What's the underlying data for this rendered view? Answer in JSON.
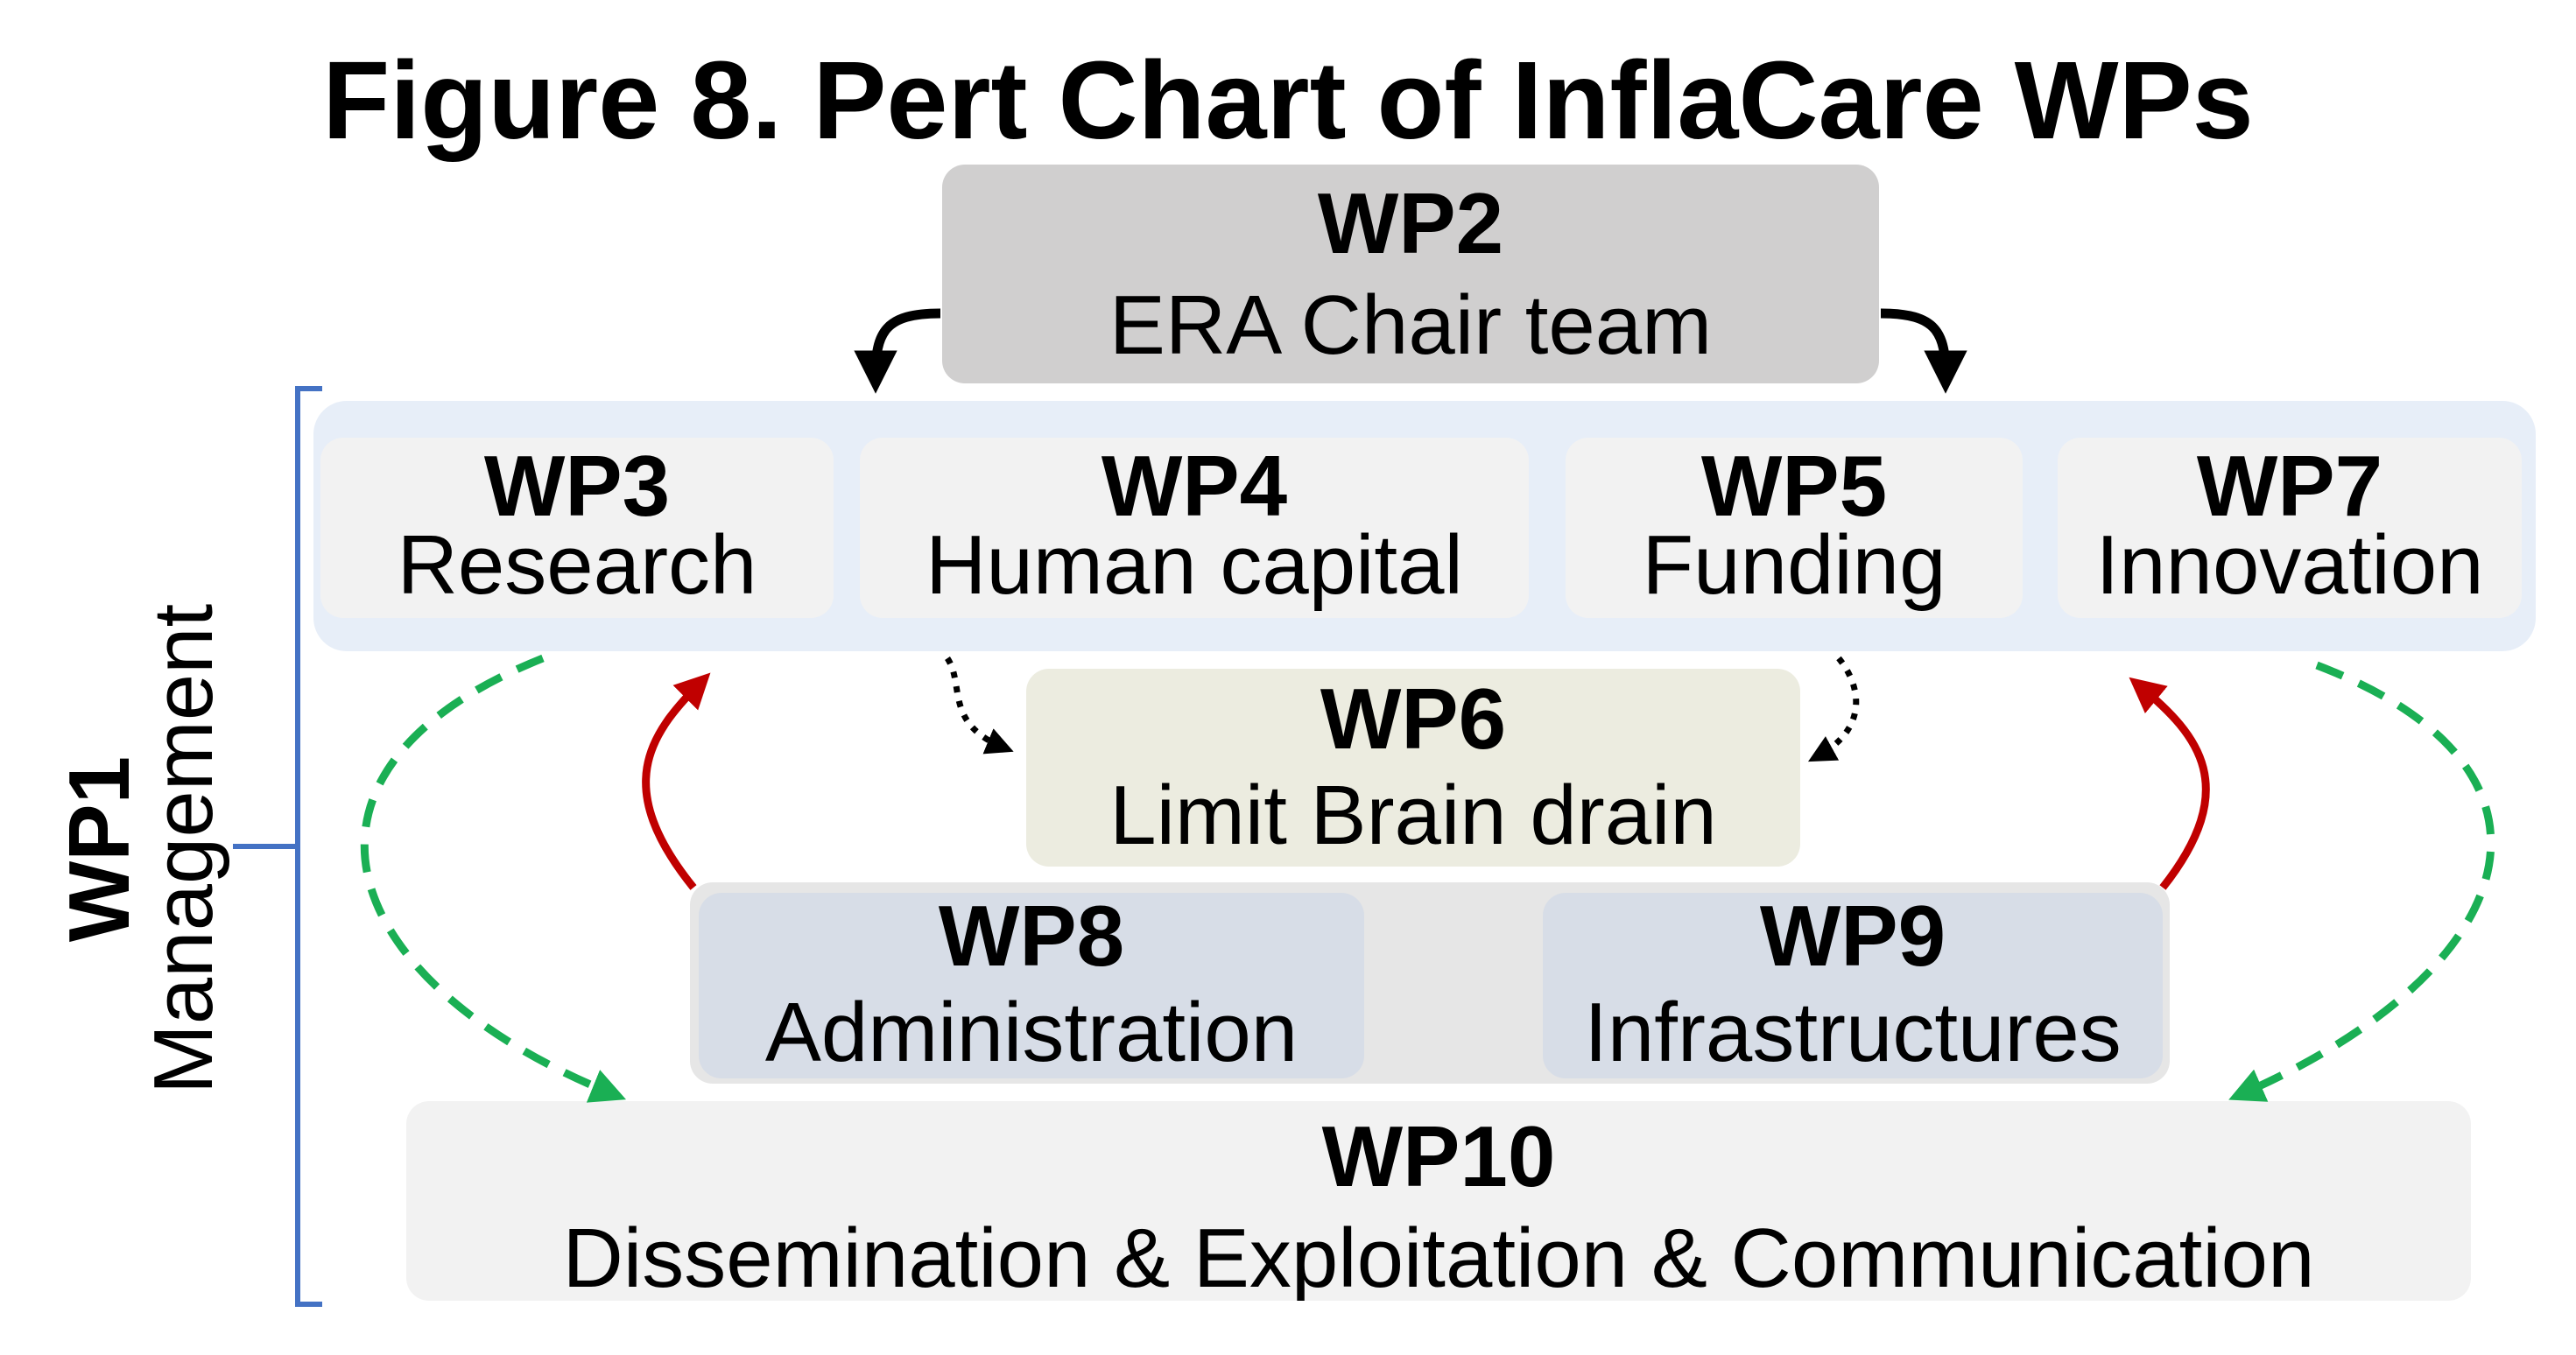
{
  "figure": {
    "title": "Figure 8. Pert Chart of InflaCare WPs"
  },
  "wp1": {
    "id": "WP1",
    "name": "Management"
  },
  "wp2": {
    "id": "WP2",
    "name": "ERA Chair team"
  },
  "core_group": [
    {
      "id": "WP3",
      "name": "Research"
    },
    {
      "id": "WP4",
      "name": "Human capital"
    },
    {
      "id": "WP5",
      "name": "Funding"
    },
    {
      "id": "WP7",
      "name": "Innovation"
    }
  ],
  "wp6": {
    "id": "WP6",
    "name": "Limit Brain drain"
  },
  "support_group": [
    {
      "id": "WP8",
      "name": "Administration"
    },
    {
      "id": "WP9",
      "name": "Infrastructures"
    }
  ],
  "wp10": {
    "id": "WP10",
    "name": "Dissemination & Exploitation & Communication"
  },
  "colors": {
    "wp2_box": "#d0cfcf",
    "core_panel": "#e7eef8",
    "core_box": "#f2f2f2",
    "wp6_box": "#ecece0",
    "support_panel": "#e6e6e6",
    "support_box": "#d7dde7",
    "wp10_box": "#f2f2f2",
    "bracket": "#4472c4",
    "arrow_black": "#000000",
    "arrow_red": "#c00000",
    "arrow_green": "#1aaf54"
  }
}
